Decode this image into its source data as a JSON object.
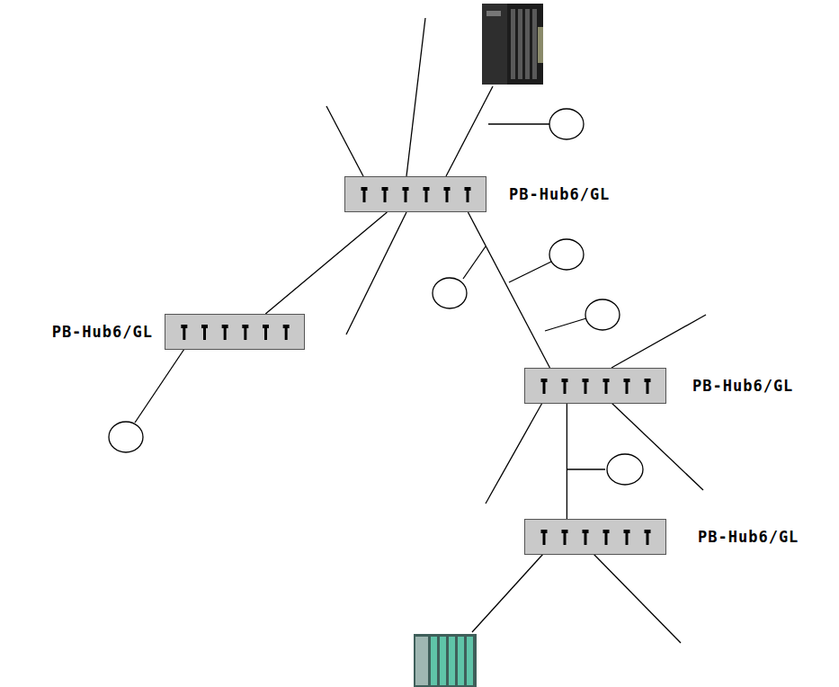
{
  "diagram": {
    "nodes": [
      {
        "text": [
          "PB-Hub6/GL"
        ]
      },
      {
        "text": [
          "PB-Hub6/GL"
        ]
      },
      {
        "text": [
          "PB-Hub6/GL"
        ]
      },
      {
        "text": [
          "PB-Hub6/GL"
        ]
      }
    ],
    "edges": [
      {
        "from": 0,
        "to": 1,
        "arrow": "none"
      },
      {
        "from": 0,
        "to": 2,
        "arrow": "none"
      },
      {
        "from": 2,
        "to": 3,
        "arrow": "none"
      }
    ]
  }
}
